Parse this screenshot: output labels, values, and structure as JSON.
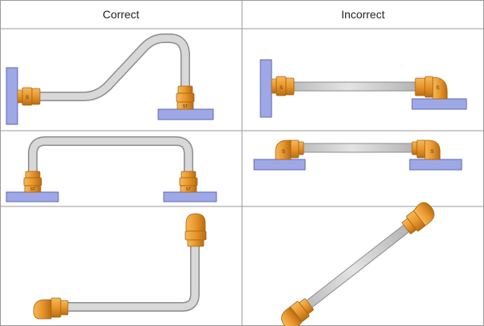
{
  "headers": {
    "correct": "Correct",
    "incorrect": "Incorrect"
  },
  "fitting_marks": {
    "hex": "S",
    "nut": "ST"
  },
  "colors": {
    "grid_line": "#9a9a9a",
    "wall": "#9fa8e6",
    "wall_stroke": "#5d67b2",
    "tube": "#d6d6d6",
    "tube_stroke": "#8c8c8c",
    "brass": "#e8962c",
    "brass_dark": "#a9620f",
    "brass_light": "#f5b95a"
  },
  "rows": [
    {
      "correct": "offset-bend-between-wall-and-base",
      "incorrect": "straight-run-wall-to-elbow"
    },
    {
      "correct": "u-bend-between-two-bases",
      "incorrect": "straight-run-elbow-to-elbow"
    },
    {
      "correct": "l-bend-with-elbows",
      "incorrect": "diagonal-straight-with-elbows"
    }
  ]
}
